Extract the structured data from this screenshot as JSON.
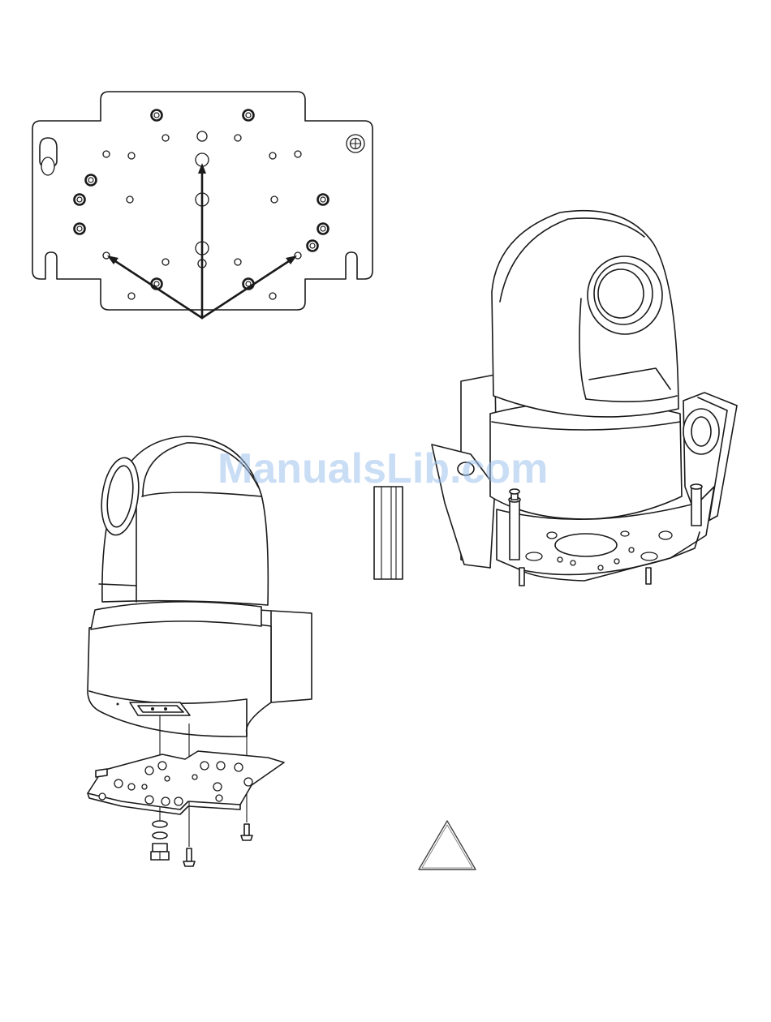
{
  "watermark": {
    "text": "ManualsLib.com",
    "color": "#9ec3ee"
  },
  "figures": {
    "plate": "mounting-plate-top-view",
    "camera_left": "camera-with-plate-exploded",
    "camera_right": "camera-on-bracket",
    "spacer": "spacer-post",
    "warning": "warning-triangle"
  }
}
